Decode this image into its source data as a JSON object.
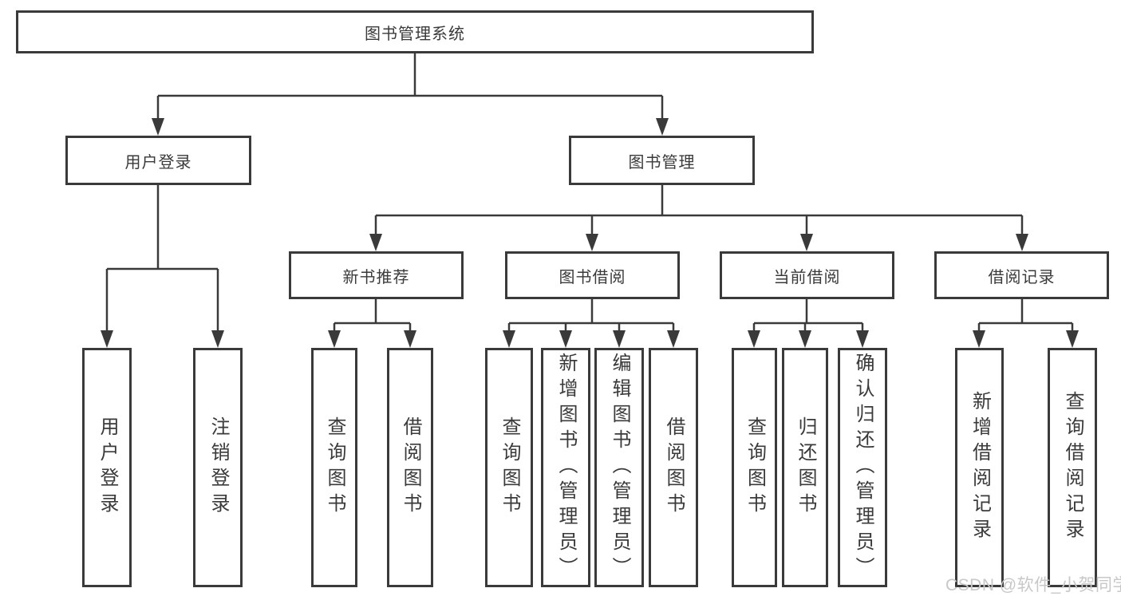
{
  "page": {
    "background_color": "#ffffff",
    "line_color": "#3a3a3a",
    "text_color": "#3a3a3a",
    "watermark_color": "#c8c8c8"
  },
  "diagram": {
    "root": {
      "label": "图书管理系统"
    },
    "level2": [
      {
        "label": "用户登录"
      },
      {
        "label": "图书管理"
      }
    ],
    "level3": [
      {
        "label": "新书推荐"
      },
      {
        "label": "图书借阅"
      },
      {
        "label": "当前借阅"
      },
      {
        "label": "借阅记录"
      }
    ],
    "leaves": {
      "user_login": [
        {
          "label": "用户登录"
        },
        {
          "label": "注销登录"
        }
      ],
      "new_books": [
        {
          "label": "查询图书"
        },
        {
          "label": "借阅图书"
        }
      ],
      "book_borrow": [
        {
          "label": "查询图书"
        },
        {
          "label": "新增图书（管理员）"
        },
        {
          "label": "编辑图书（管理员）"
        },
        {
          "label": "借阅图书"
        }
      ],
      "current_borrow": [
        {
          "label": "查询图书"
        },
        {
          "label": "归还图书"
        },
        {
          "label": "确认归还（管理员）"
        }
      ],
      "borrow_records": [
        {
          "label": "新增借阅记录"
        },
        {
          "label": "查询借阅记录"
        }
      ]
    }
  },
  "watermark": {
    "text": "CSDN @软件_小贺同学"
  }
}
